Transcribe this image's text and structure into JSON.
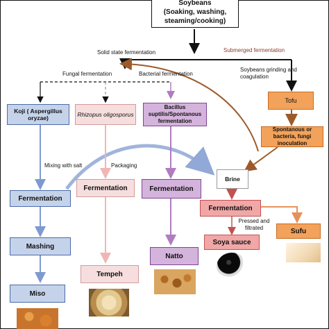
{
  "nodes": {
    "soybeans": "Soybeans\n(Soaking, washing,\nsteaming/cooking)",
    "koji": "Koji ( Aspergillus oryzae)",
    "rhizopus": "Rhizopus oligosporus",
    "bacillus": "Bacillus suptilis/Spontanous fermentation",
    "tofu": "Tofu",
    "spontaneous": "Spontanous or bacteria, fungi inoculation",
    "brine": "Brine",
    "fermentation_miso": "Fermentation",
    "fermentation_tempeh": "Fermentation",
    "fermentation_natto": "Fermentation",
    "fermentation_brine": "Fermentation",
    "mashing": "Mashing",
    "miso": "Miso",
    "tempeh": "Tempeh",
    "natto": "Natto",
    "soya_sauce": "Soya sauce",
    "sufu": "Sufu"
  },
  "labels": {
    "solid_state": "Solid state fermentation",
    "submerged": "Submerged fermentation",
    "fungal": "Fungal fermentation",
    "bacterial": "Bacterial fermentation",
    "grinding": "Soybeans grinding and coagulation",
    "mixing_salt": "Mixing with salt",
    "packaging": "Packaging",
    "pressed": "Pressed and filtrated"
  },
  "colors": {
    "blue_fill": "#c5d3ea",
    "blue_stroke": "#4b6aa9",
    "pink_fill": "#f6dede",
    "pink_stroke": "#d39a9a",
    "purple_fill": "#d4b3dc",
    "purple_stroke": "#7d4691",
    "orange_fill": "#f2a25a",
    "orange_stroke": "#c86d24",
    "red_fill": "#f1a7a7",
    "red_stroke": "#c25252",
    "brown_arrow": "#9c5a2a"
  },
  "images": {
    "miso": "miso-photo",
    "tempeh": "tempeh-photo",
    "natto": "natto-photo",
    "soya_sauce": "soy-sauce-photo",
    "sufu": "sufu-photo"
  }
}
